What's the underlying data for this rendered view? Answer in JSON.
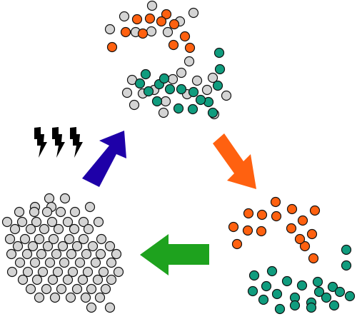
{
  "colors": {
    "gray": "#d4d4d4",
    "orange": "#ff6110",
    "teal": "#109c7e",
    "outline": "#111111",
    "arrow_orange": "#ff6110",
    "arrow_green": "#1ea21e",
    "arrow_blue": "#1e00a8",
    "bolt": "#000000"
  },
  "groups": {
    "top": {
      "gray": 24,
      "orange": 11,
      "teal": 17
    },
    "bottom_right": {
      "gray": 0,
      "orange": 16,
      "teal": 22
    },
    "bottom_left": {
      "gray": 78,
      "orange": 0,
      "teal": 0
    }
  },
  "icons": [
    "orange-arrow-icon",
    "green-arrow-icon",
    "blue-arrow-icon",
    "lightning-bolt-icon"
  ],
  "bolt_count": 3
}
